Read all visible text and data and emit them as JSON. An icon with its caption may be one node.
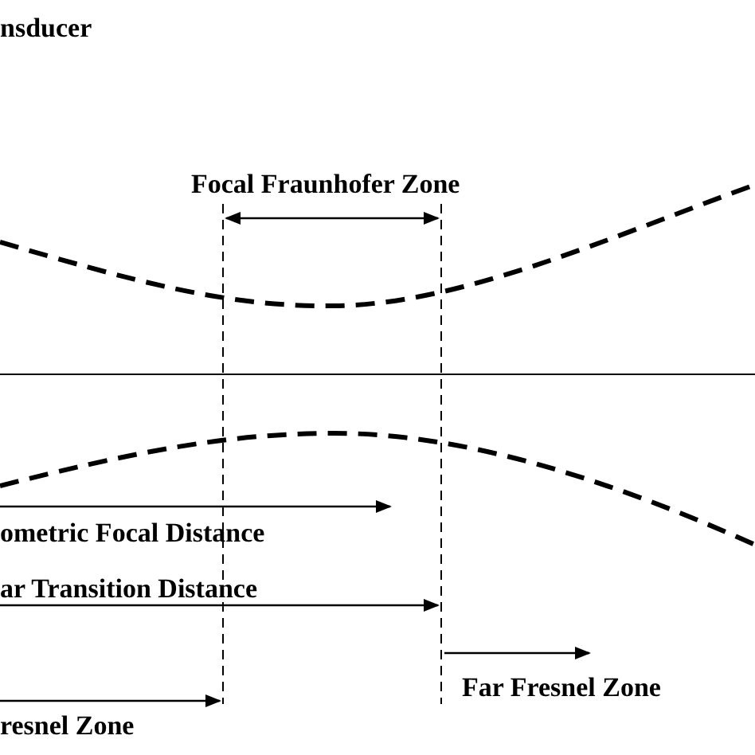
{
  "diagram": {
    "labels": [
      "nsducer",
      "Focal Fraunhofer Zone",
      "ometric Focal Distance",
      "ar Transition Distance",
      "Far Fresnel Zone",
      "resnel Zone"
    ]
  }
}
